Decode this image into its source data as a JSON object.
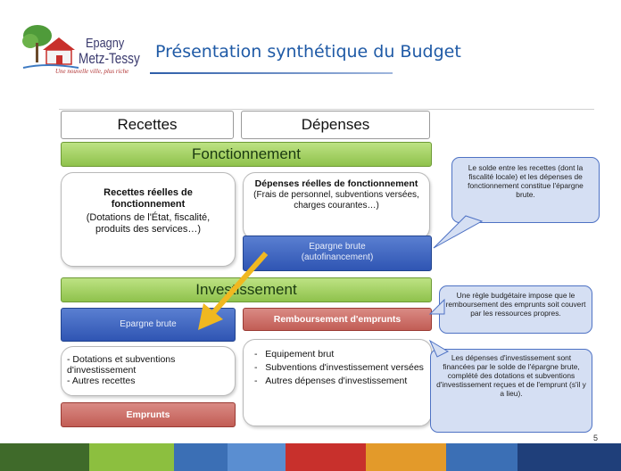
{
  "header": {
    "logo_line1": "Epagny",
    "logo_line2": "Metz-Tessy",
    "logo_tagline": "Une nouvelle ville, plus riche",
    "title": "Présentation synthétique du Budget"
  },
  "columns": {
    "left": "Recettes",
    "right": "Dépenses"
  },
  "sections": {
    "fonctionnement": "Fonctionnement",
    "investissement": "Investissement"
  },
  "fonctionnement": {
    "recettes_title": "Recettes réelles de fonctionnement",
    "recettes_detail": "(Dotations de l'État, fiscalité, produits des services…)",
    "depenses_title": "Dépenses réelles de fonctionnement",
    "depenses_detail": "(Frais de personnel, subventions versées, charges courantes…)",
    "epargne_label": "Epargne brute",
    "epargne_sub": "(autofinancement)"
  },
  "investissement": {
    "epargne_label": "Epargne brute",
    "remboursement_label": "Remboursement d'emprunts",
    "recettes_items": [
      "- Dotations et subventions d'investissement",
      "- Autres recettes"
    ],
    "emprunts_label": "Emprunts",
    "depenses_items": [
      "Equipement brut",
      "Subventions d'investissement versées",
      "Autres dépenses d'investissement"
    ]
  },
  "notes": {
    "note1": "Le solde entre les recettes (dont la fiscalité locale) et les dépenses de fonctionnement constitue l'épargne brute.",
    "note2": "Une règle budgétaire impose que le remboursement des emprunts soit couvert par les ressources propres.",
    "note3": "Les dépenses d'investissement sont financées par le solde de l'épargne brute, complété des dotations et subventions d'investissement reçues et de l'emprunt (s'il y a lieu)."
  },
  "footer": {
    "page_number": "5"
  },
  "colors": {
    "title_blue": "#1f5aa6",
    "green": "#a8d36a",
    "blue": "#2f55b3",
    "red": "#c25d55",
    "note_bg": "#d5dff3"
  },
  "icons": [
    "house-logo-icon",
    "tree-logo-icon",
    "diagonal-arrow-icon"
  ]
}
